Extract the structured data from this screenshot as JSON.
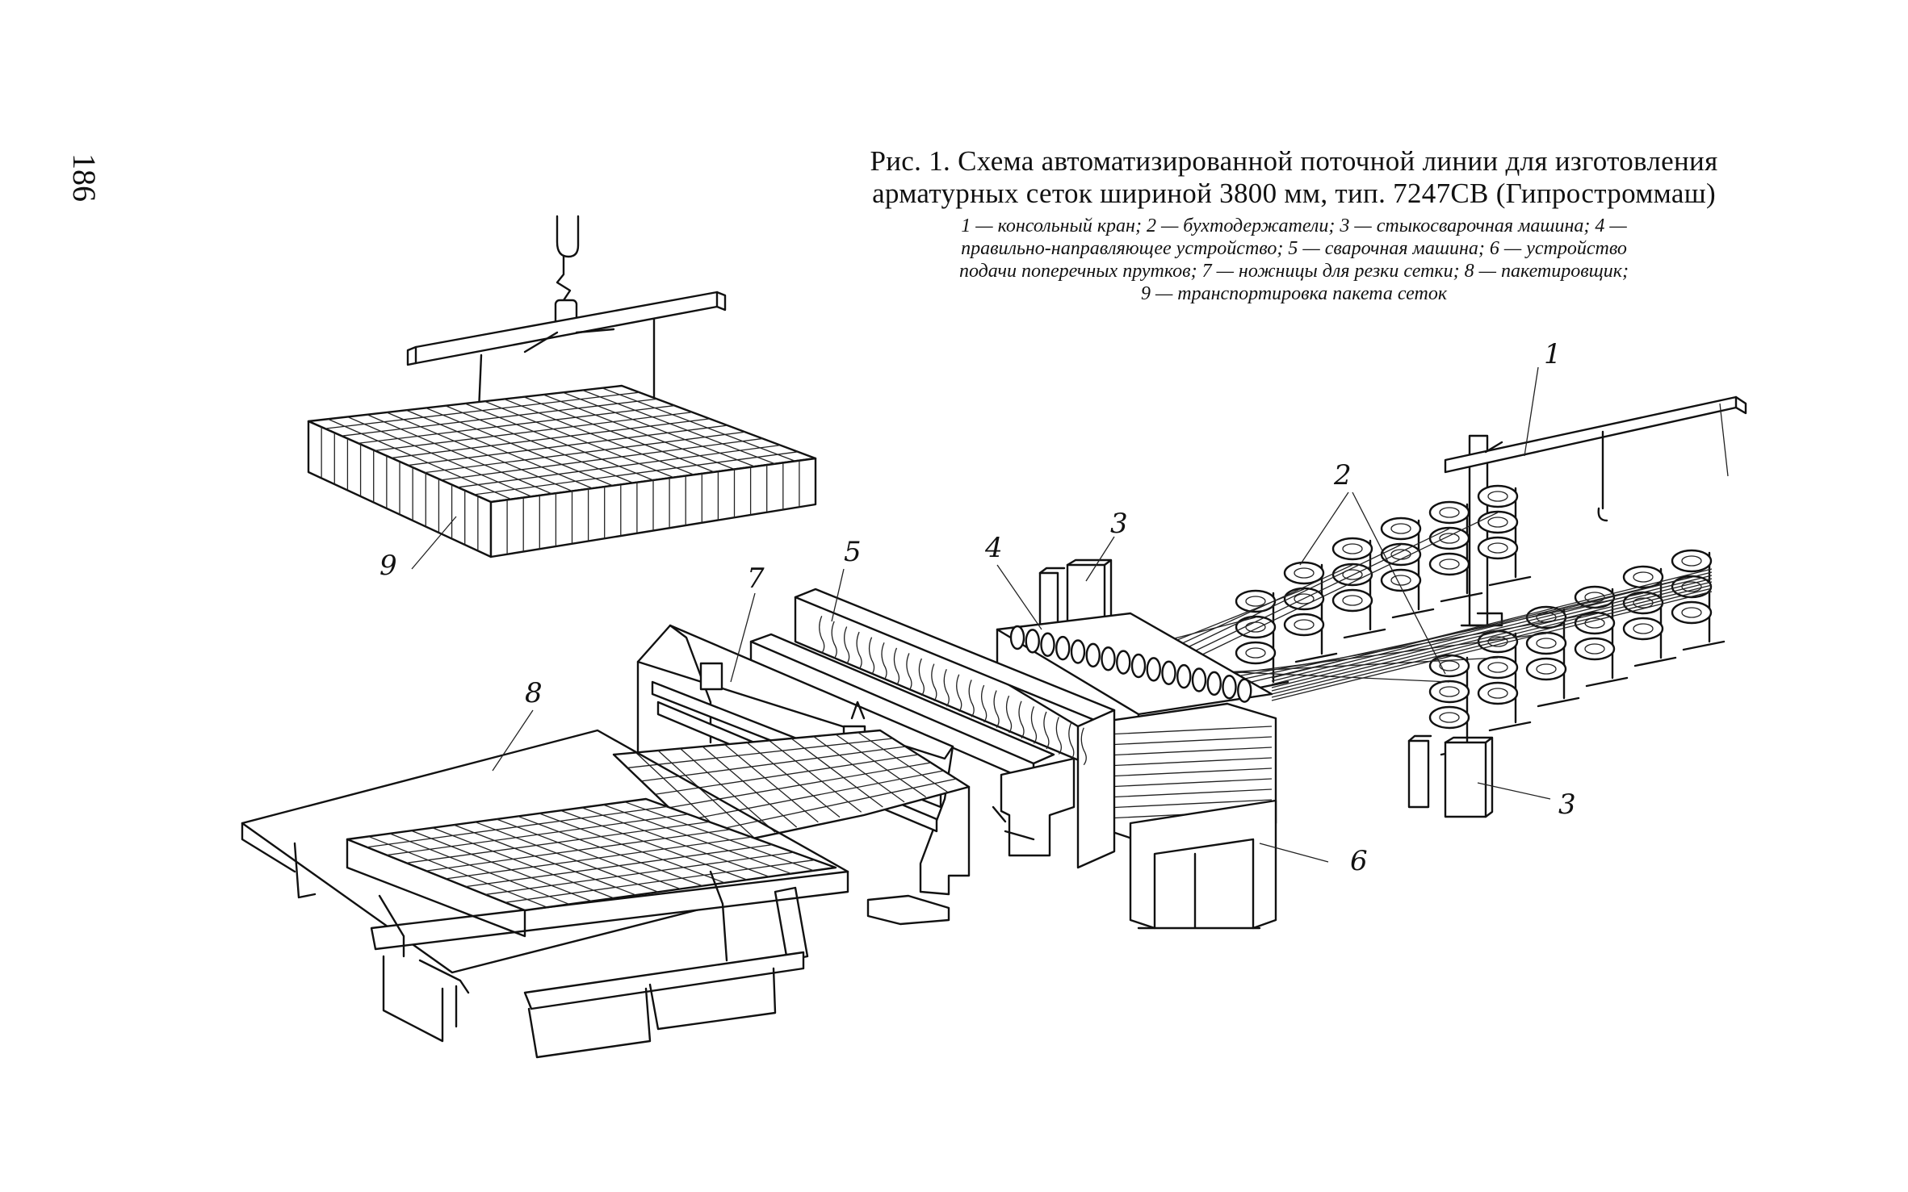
{
  "page_number": "186",
  "caption": {
    "title_line1": "Рис. 1. Схема автоматизированной поточной линии для изготовления",
    "title_line2": "арматурных сеток шириной 3800 мм, тип. 7247СВ (Гипростроммаш)",
    "legend_line1": "1 — консольный кран; 2 — бухтодержатели; 3 — стыкосварочная машина; 4 —",
    "legend_line2": "правильно-направляющее устройство; 5 — сварочная машина; 6 — устройство",
    "legend_line3": "подачи поперечных прутков; 7 — ножницы для резки сетки; 8 — пакетировщик;",
    "legend_line4": "9 — транспортировка пакета сеток"
  },
  "callouts": {
    "c1": "1",
    "c2": "2",
    "c3_top": "3",
    "c3_bottom": "3",
    "c4": "4",
    "c5": "5",
    "c6": "6",
    "c7": "7",
    "c8": "8",
    "c9": "9"
  }
}
